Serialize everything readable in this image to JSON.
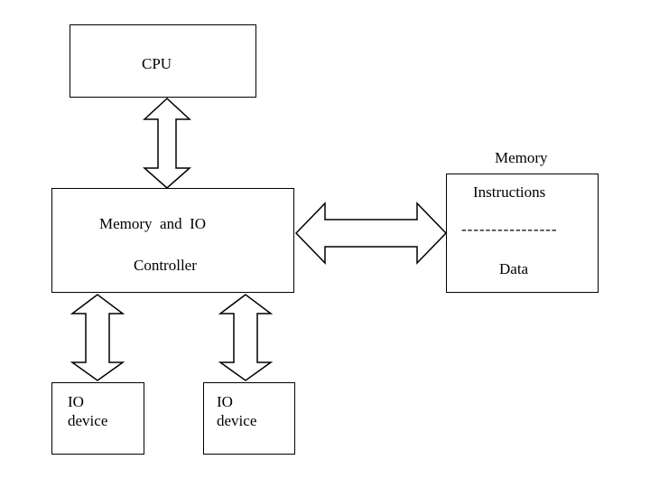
{
  "cpu": {
    "label": "CPU"
  },
  "controller": {
    "line1": "Memory  and  IO",
    "line2": "Controller"
  },
  "memory": {
    "title": "Memory",
    "instructions": "Instructions",
    "separator": "----------------",
    "data": "Data"
  },
  "io_devices": [
    {
      "line1": "IO",
      "line2": "device"
    },
    {
      "line1": "IO",
      "line2": "device"
    }
  ]
}
